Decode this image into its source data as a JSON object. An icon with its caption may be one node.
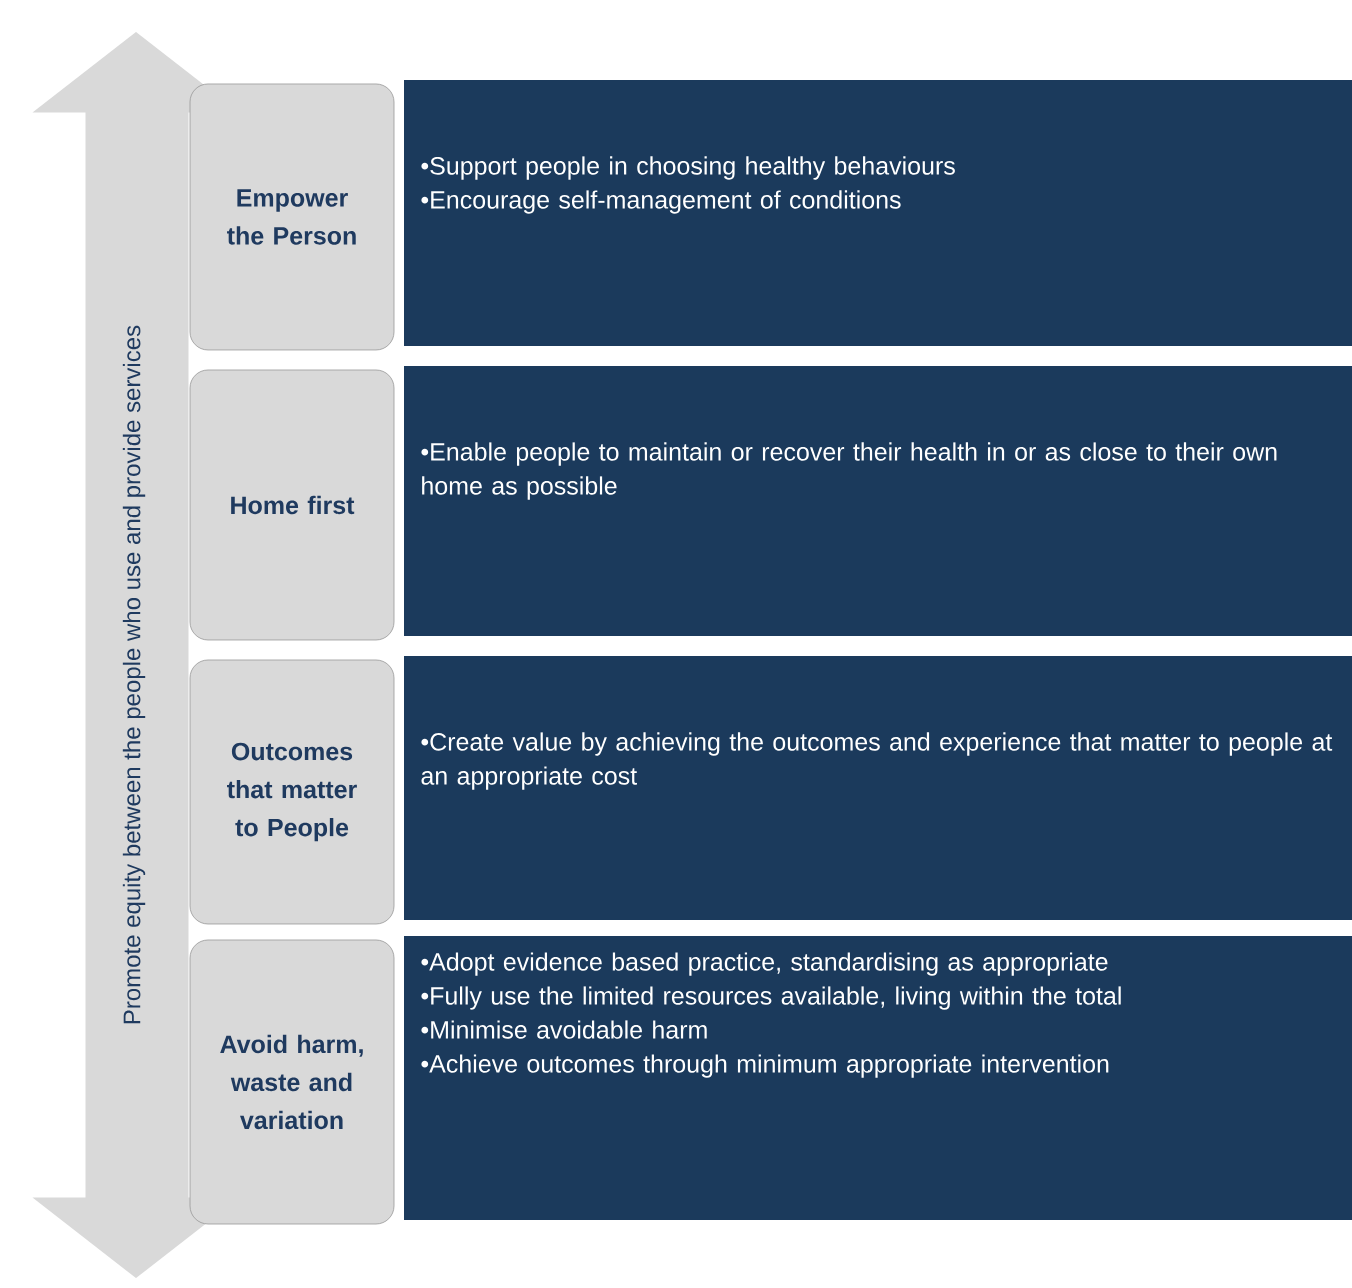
{
  "diagram": {
    "nodes": [
      {
        "text": [
          "Promote equity between the people who use and provide services"
        ]
      },
      {
        "text": [
          "Empower the Person"
        ]
      },
      {
        "text": [
          "•Support people in choosing healthy behaviours",
          "•Encourage self-management of conditions"
        ]
      },
      {
        "text": [
          "Home first"
        ]
      },
      {
        "text": [
          "•Enable people to maintain or recover their health in or as close to their own home as possible"
        ]
      },
      {
        "text": [
          "Outcomes that matter to People"
        ]
      },
      {
        "text": [
          "•Create value by achieving the outcomes and experience that matter to people at an appropriate cost"
        ]
      },
      {
        "text": [
          "Avoid harm, waste and variation"
        ]
      },
      {
        "text": [
          "•Adopt evidence based practice, standardising as appropriate",
          "•Fully use the limited resources available, living within the total",
          "•Minimise avoidable harm",
          "•Achieve outcomes through minimum appropriate intervention"
        ]
      }
    ]
  }
}
